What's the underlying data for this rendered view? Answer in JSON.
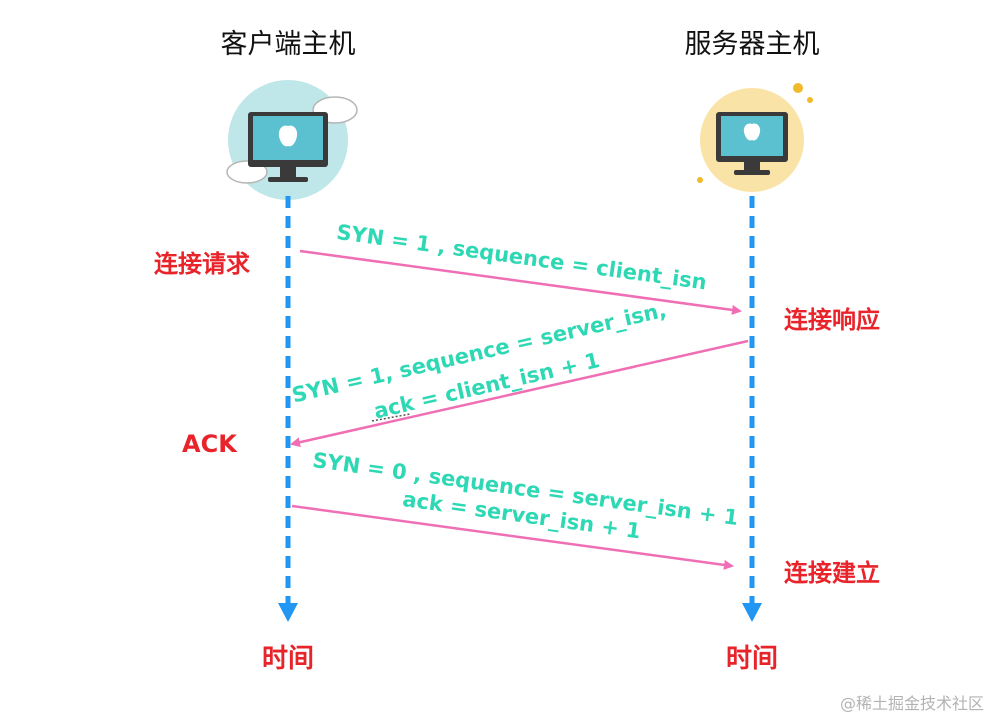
{
  "client": {
    "title": "客户端主机",
    "time_label": "时间",
    "icon": "desktop-computer-apple-icon"
  },
  "server": {
    "title": "服务器主机",
    "time_label": "时间",
    "icon": "desktop-computer-apple-icon"
  },
  "events": {
    "connect_request": "连接请求",
    "connect_response": "连接响应",
    "ack": "ACK",
    "connect_established": "连接建立"
  },
  "messages": [
    {
      "direction": "client-to-server",
      "lines": [
        "SYN = 1 , sequence = client_isn"
      ]
    },
    {
      "direction": "server-to-client",
      "lines": [
        "SYN = 1,  sequence = server_isn,",
        "ack = client_isn + 1"
      ]
    },
    {
      "direction": "client-to-server",
      "lines": [
        "SYN = 0 , sequence = server_isn + 1",
        "ack = server_isn + 1"
      ]
    }
  ],
  "watermark": "@稀土掘金技术社区",
  "colors": {
    "timeline": "#2196f3",
    "arrow": "#f06eb4",
    "event_text": "#e8232a",
    "message_text": "#2fd8b4",
    "client_bubble": "#bfe7ea",
    "server_bubble": "#fae3a6",
    "monitor_screen": "#5bc0d0"
  }
}
